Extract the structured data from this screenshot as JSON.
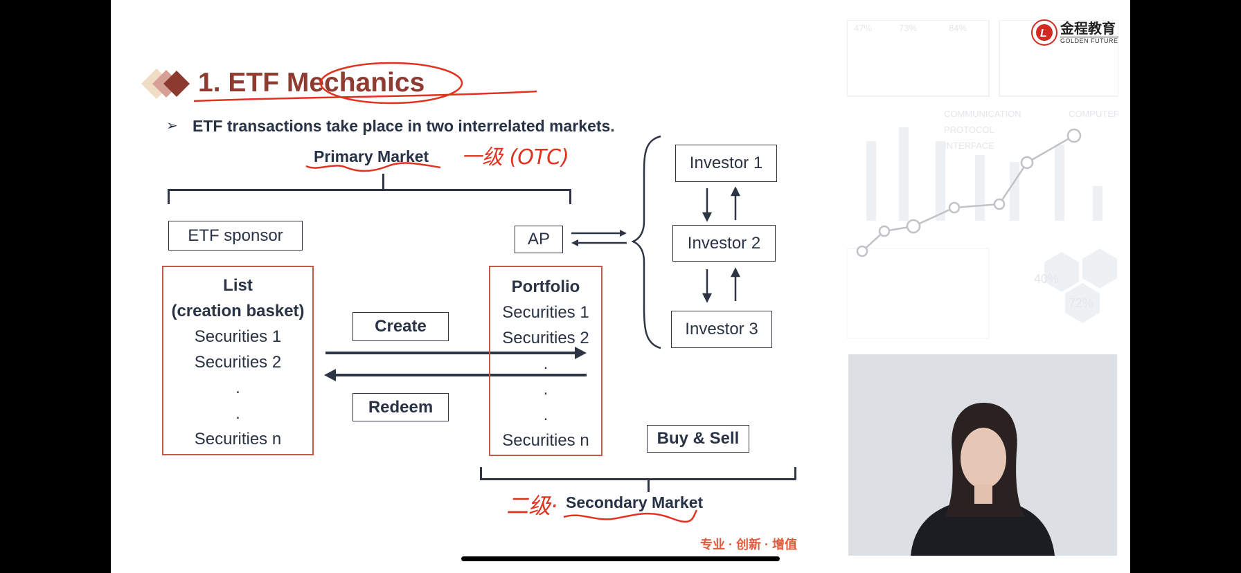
{
  "slide": {
    "title": "1. ETF Mechanics",
    "bullet": "ETF transactions take place in two interrelated markets.",
    "primary_market": "Primary Market",
    "primary_annotation": "一级 (OTC)",
    "etf_sponsor": "ETF sponsor",
    "list_box": {
      "title": "List",
      "subtitle": "(creation basket)",
      "items": [
        "Securities 1",
        "Securities 2",
        ".",
        ".",
        "Securities n"
      ]
    },
    "create_label": "Create",
    "redeem_label": "Redeem",
    "portfolio_box": {
      "title": "Portfolio",
      "items": [
        "Securities 1",
        "Securities 2",
        ".",
        ".",
        ".",
        "Securities n"
      ]
    },
    "ap_label": "AP",
    "investors": [
      "Investor 1",
      "Investor 2",
      "Investor 3"
    ],
    "buy_sell": "Buy & Sell",
    "secondary_market": "Secondary Market",
    "secondary_annotation": "二级·",
    "footer_slogan": "专业 · 创新 · 增值",
    "logo": {
      "chinese": "金程教育",
      "english": "GOLDEN FUTURE"
    },
    "background_texts": [
      "47%",
      "73%",
      "84%",
      "COMMUNICATION",
      "PROTOCOL",
      "INTERFACE",
      "COMPUTER",
      "40%",
      "72%"
    ]
  },
  "colors": {
    "text": "#2a3345",
    "red_border": "#c05a4c",
    "annotation": "#e0321f",
    "footer": "#e05a3c"
  }
}
